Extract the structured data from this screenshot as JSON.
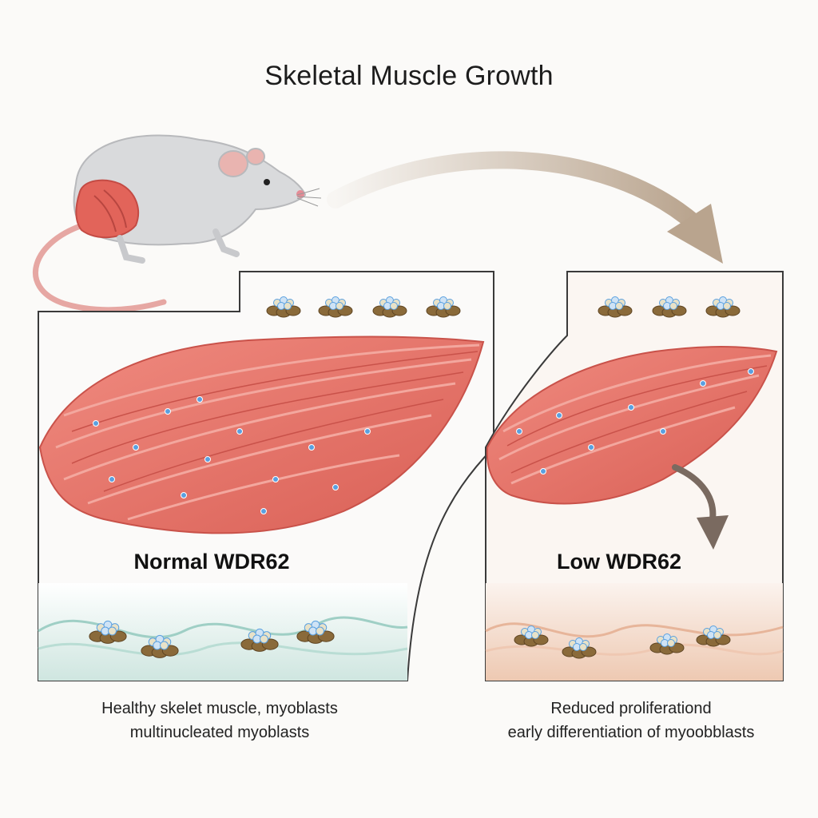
{
  "title": "Skeletal Muscle Growth",
  "panels": {
    "normal": {
      "label": "Normal WDR62",
      "caption_line1": "Healthy skelet muscle, myoblasts",
      "caption_line2": "multinucleated myoblasts",
      "background_color": "#d9ece7"
    },
    "low": {
      "label": "Low WDR62",
      "caption_line1": "Reduced proliferationd",
      "caption_line2": "early differentiation of myoobblasts",
      "background_color": "#f3dccb"
    }
  },
  "colors": {
    "muscle": "#e9786c",
    "muscle_dark": "#c9524a",
    "myoblast": "#8a6a3a",
    "nucleus_blue": "#5aa0e0",
    "arrow": "#b9a48e",
    "mouse_body": "#d9dadc",
    "mouse_tail": "#e6a7a3"
  },
  "icons": [
    "mouse-illustration",
    "transition-arrow",
    "decline-arrow",
    "myoblast-cluster-icon"
  ]
}
